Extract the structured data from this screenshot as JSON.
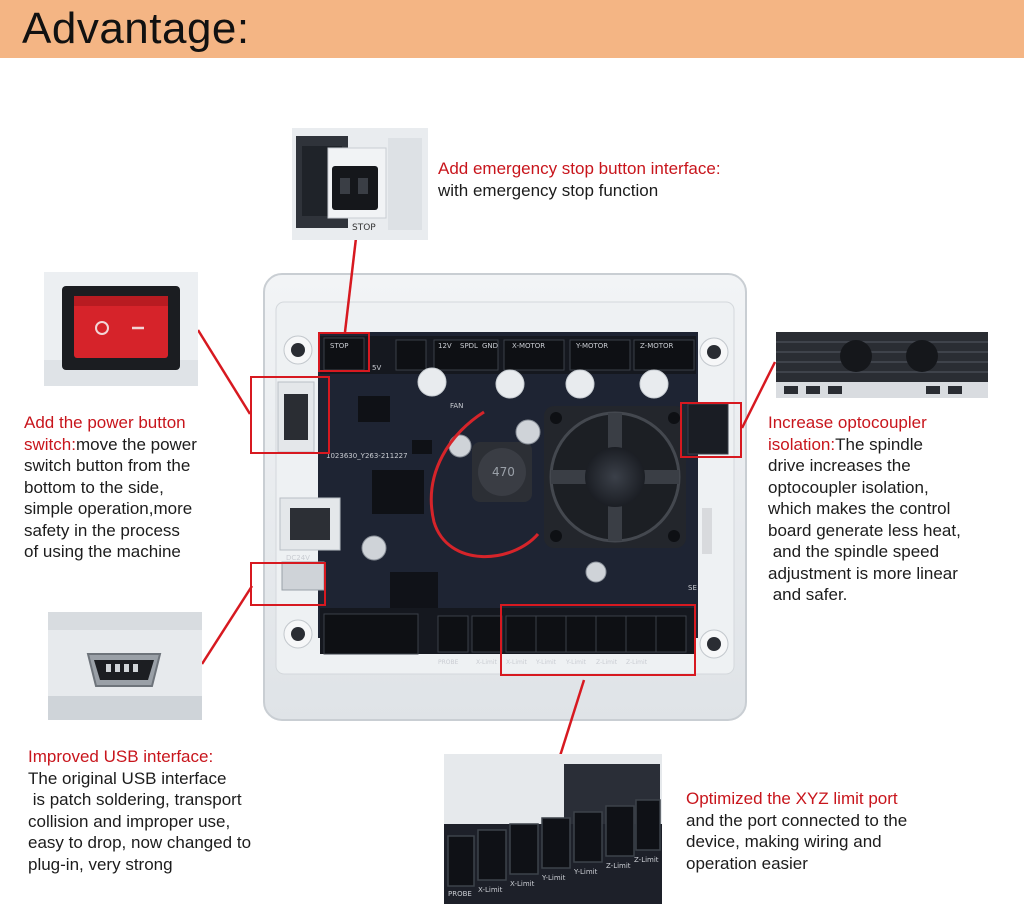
{
  "banner": {
    "title": "Advantage:"
  },
  "callouts": {
    "estop": {
      "heading": "Add emergency stop button interface:",
      "lines": [
        "with emergency stop function"
      ]
    },
    "power": {
      "heading": "Add the power button",
      "heading2": "switch:",
      "first_rest": "move the power",
      "lines": [
        "switch button from the",
        "bottom to the side,",
        "simple operation,more",
        "safety in the process",
        "of using the machine"
      ]
    },
    "opto": {
      "heading": "Increase optocoupler",
      "heading2": "isolation:",
      "first_rest": "The spindle",
      "lines": [
        "drive increases the",
        "optocoupler isolation,",
        "which makes the control",
        "board generate less heat,",
        " and the spindle speed",
        "adjustment is more linear",
        " and safer."
      ]
    },
    "usb": {
      "heading": "Improved USB interface:",
      "lines": [
        "The original USB interface",
        " is patch soldering, transport",
        "collision and improper use,",
        "easy to drop, now changed to",
        "plug-in, very strong"
      ]
    },
    "limit": {
      "heading": "Optimized the XYZ limit port",
      "lines": [
        "and the port connected to the",
        "device, making wiring and",
        "operation easier"
      ]
    }
  },
  "board": {
    "top_labels": [
      "STOP",
      "5V",
      "12V",
      "SPDL",
      "GND",
      "X-MOTOR",
      "Y-MOTOR",
      "Z-MOTOR"
    ],
    "part_no": "1023630_Y263-211227",
    "fan_label": "FAN",
    "inductor": "470",
    "dc_label": "DC24V",
    "bottom_labels": [
      "PROBE",
      "X-Limit",
      "X-Limit",
      "Y-Limit",
      "Y-Limit",
      "Z-Limit",
      "Z-Limit"
    ],
    "side_label": "SE"
  },
  "insets": {
    "estop_label": "STOP",
    "limit_labels": [
      "PROBE",
      "X-Limit",
      "X-Limit",
      "Y-Limit",
      "Y-Limit",
      "Z-Limit",
      "Z-Limit"
    ]
  },
  "colors": {
    "banner": "#f4b584",
    "accent": "#d71920",
    "heading": "#c8151c",
    "pcb": "#1e2433"
  }
}
